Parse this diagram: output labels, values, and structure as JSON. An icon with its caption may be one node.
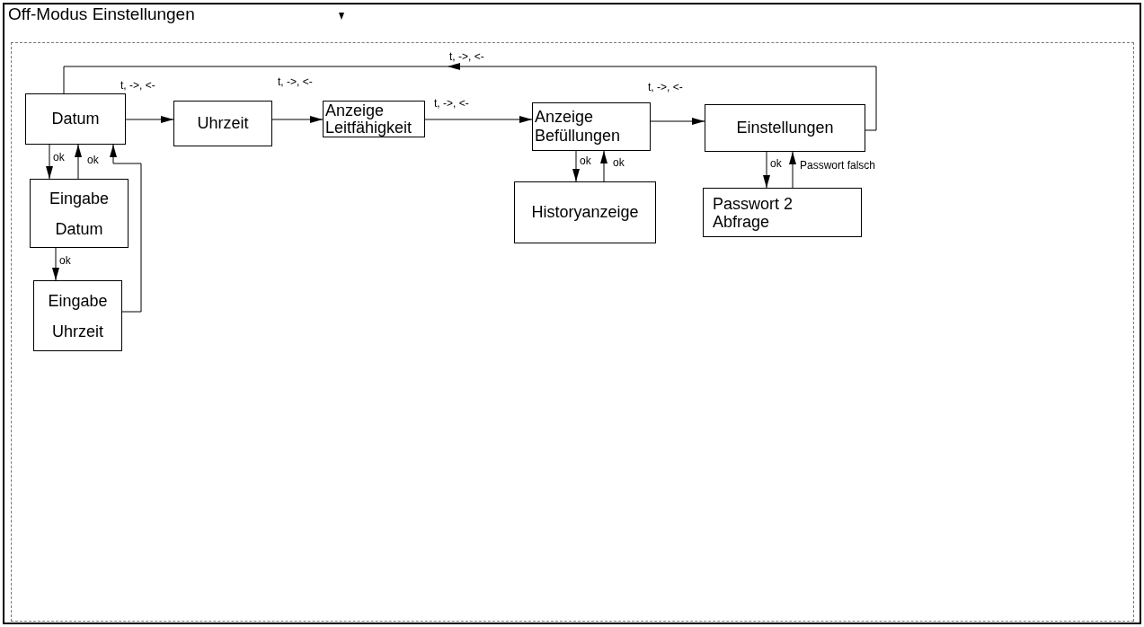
{
  "diagram": {
    "nodes": [
      {
        "text": [
          "Off-Modus Einstellungen"
        ]
      },
      {
        "text": [],
        "shape": "box",
        "in": 0
      },
      {
        "text": [
          "Datum"
        ],
        "in": 1
      },
      {
        "text": [
          "Uhrzeit"
        ],
        "in": 1
      },
      {
        "text": [
          "Anzeige Leitfähigkeit"
        ],
        "in": 1
      },
      {
        "text": [
          "Anzeige Befüllungen"
        ],
        "in": 1
      },
      {
        "text": [
          "Einstellungen"
        ],
        "in": 1
      },
      {
        "text": [
          "Eingabe Datum"
        ],
        "in": 1
      },
      {
        "text": [
          "Eingabe Uhrzeit"
        ],
        "in": 1
      },
      {
        "text": [
          "Historyanzeige"
        ],
        "in": 1
      },
      {
        "text": [
          "Passwort 2 Abfrage"
        ],
        "in": 1
      }
    ],
    "edges": [
      {
        "from": 2,
        "to": 3,
        "arrow": "to",
        "label": "t, ->, <-"
      },
      {
        "from": 3,
        "to": 4,
        "arrow": "to",
        "label": "t, ->, <-"
      },
      {
        "from": 4,
        "to": 5,
        "arrow": "to",
        "label": "t, ->, <-"
      },
      {
        "from": 5,
        "to": 6,
        "arrow": "to",
        "label": "t, ->, <-"
      },
      {
        "from": 6,
        "to": 2,
        "arrow": "to",
        "label": "t, ->, <-"
      },
      {
        "from": 2,
        "to": 7,
        "arrow": "to",
        "label": "ok"
      },
      {
        "from": 7,
        "to": 2,
        "arrow": "to",
        "label": "ok"
      },
      {
        "from": 7,
        "to": 8,
        "arrow": "to",
        "label": "ok"
      },
      {
        "from": 8,
        "to": 2,
        "arrow": "to"
      },
      {
        "from": 5,
        "to": 9,
        "arrow": "to",
        "label": "ok"
      },
      {
        "from": 9,
        "to": 5,
        "arrow": "to",
        "label": "ok"
      },
      {
        "from": 6,
        "to": 10,
        "arrow": "to",
        "label": "ok"
      },
      {
        "from": 10,
        "to": 6,
        "arrow": "to",
        "label": "Passwort falsch"
      }
    ]
  }
}
